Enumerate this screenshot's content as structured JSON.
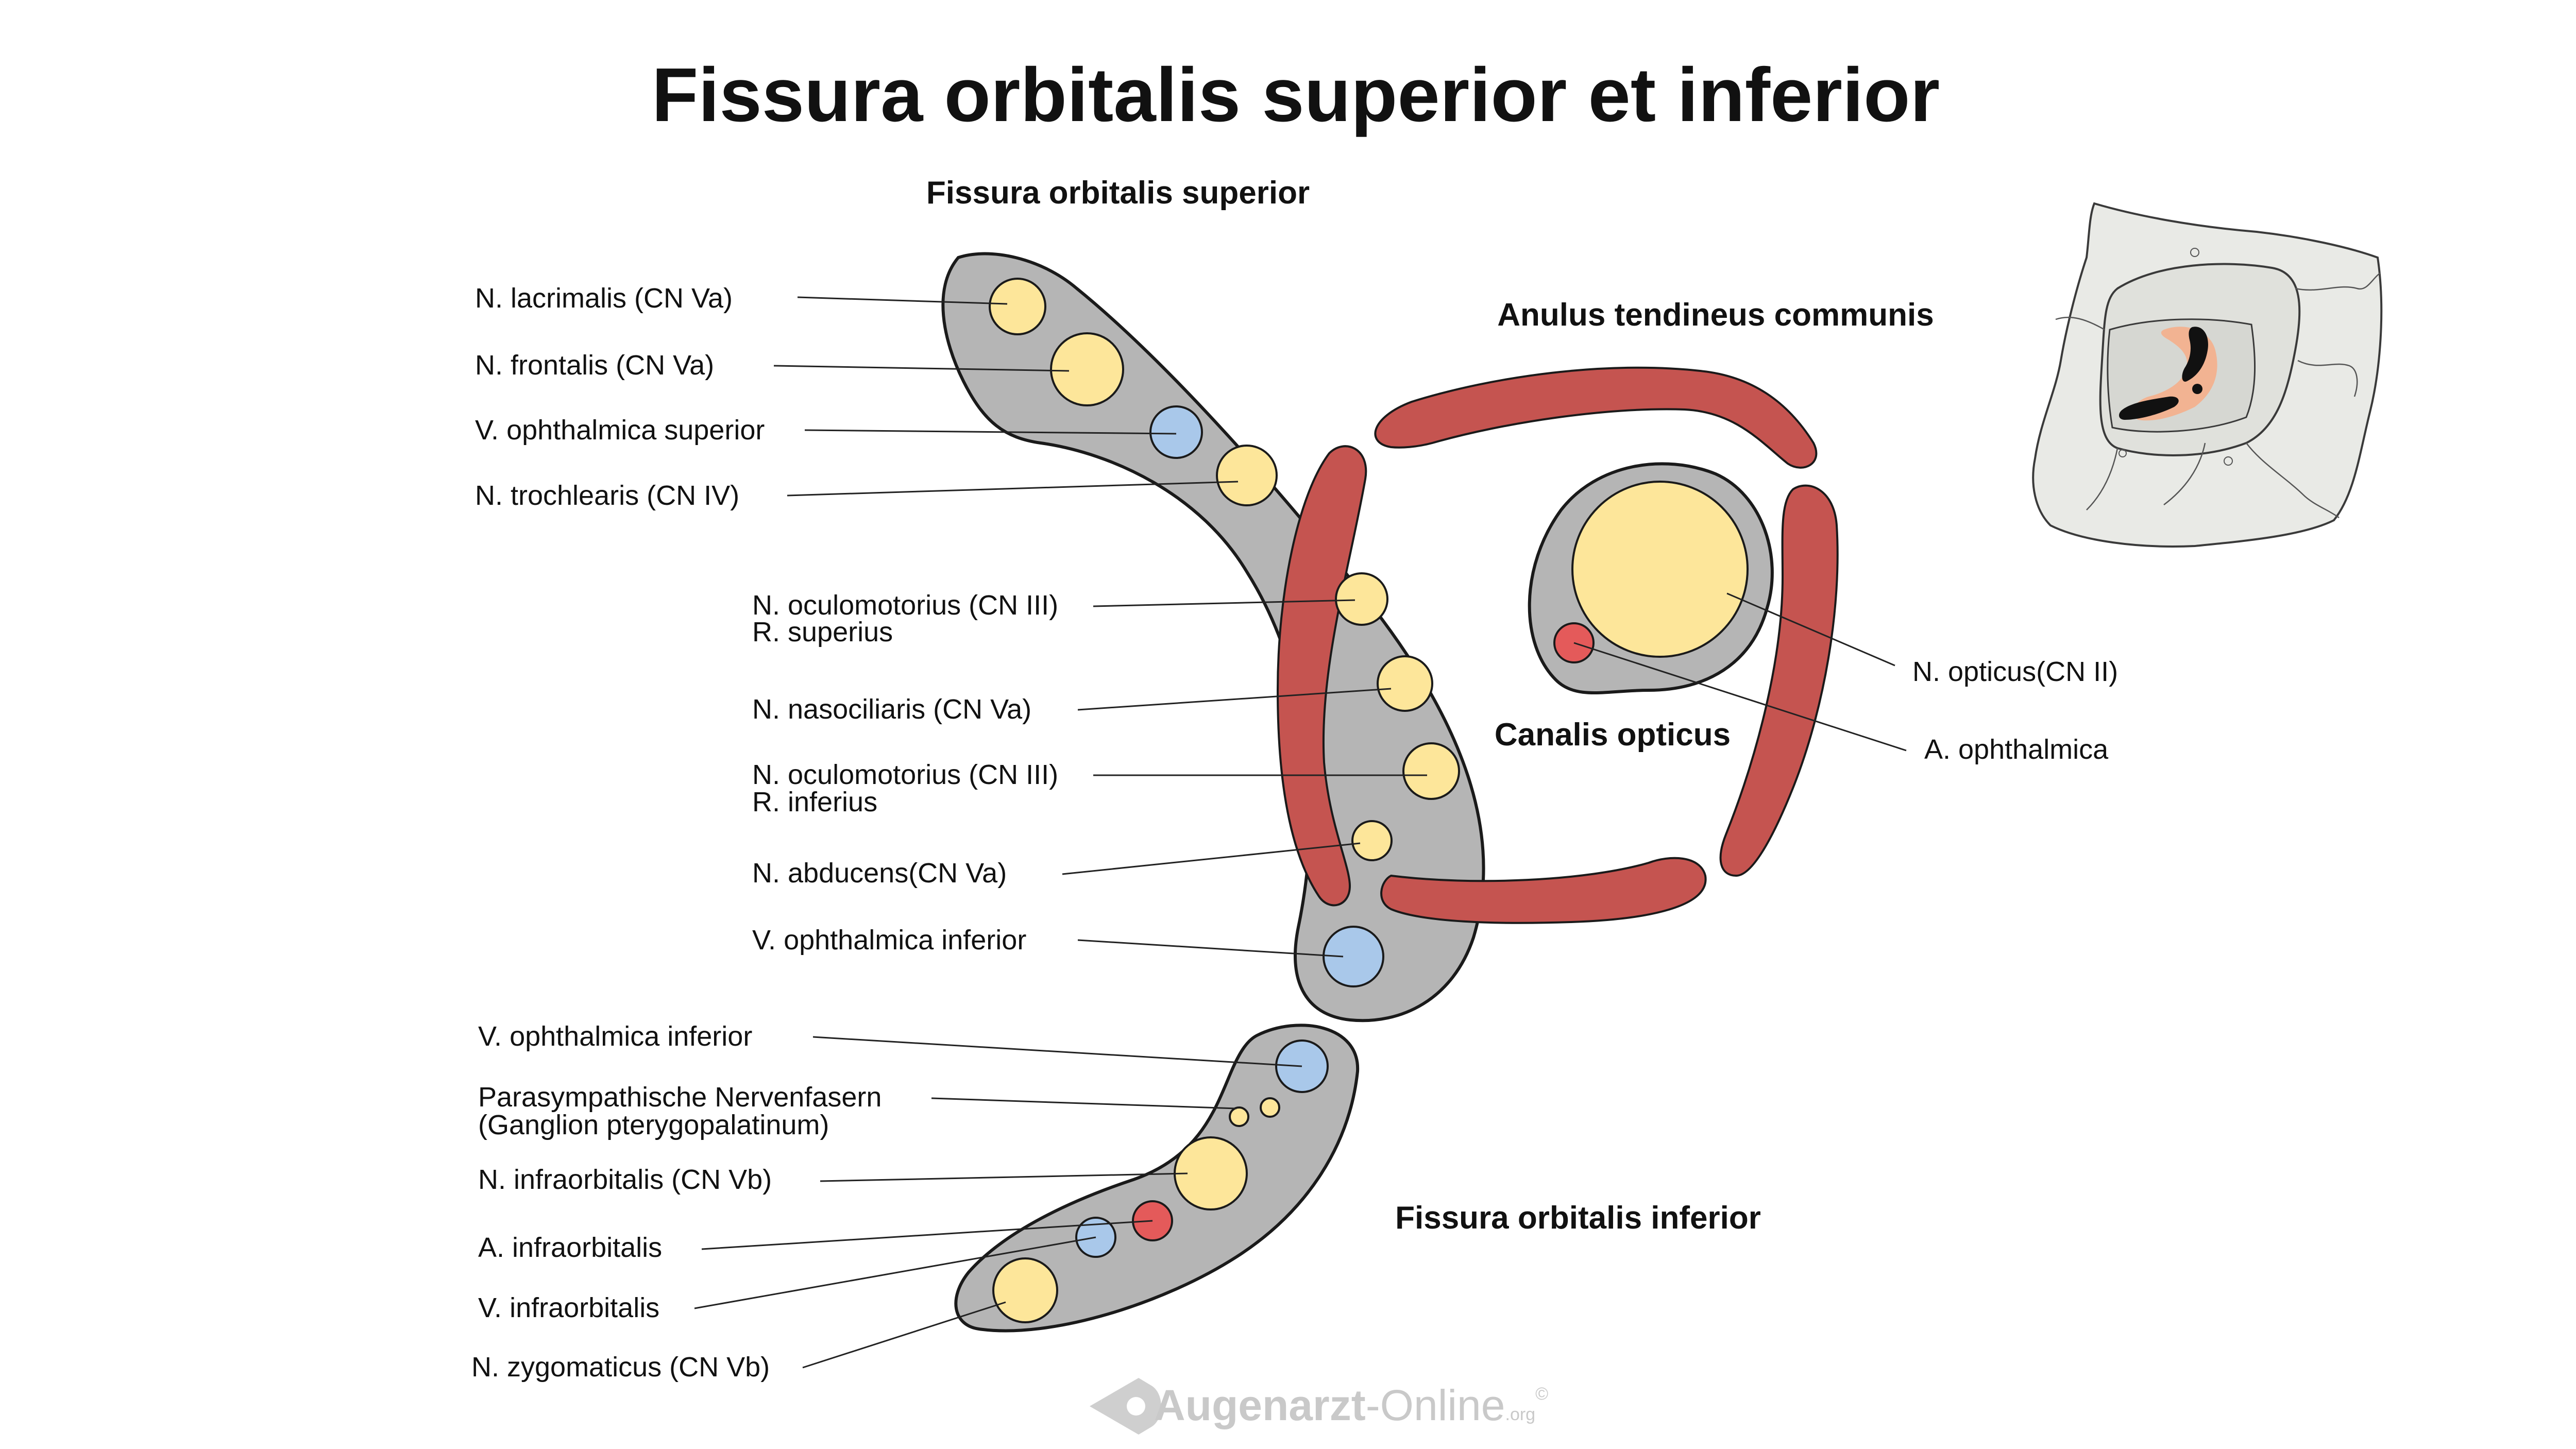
{
  "title": "Fissura orbitalis superior et inferior",
  "sections": {
    "superior": "Fissura orbitalis superior",
    "anulus": "Anulus tendineus communis",
    "canalis": "Canalis opticus",
    "inferior": "Fissura orbitalis inferior"
  },
  "labels": {
    "lacrimalis": "N. lacrimalis (CN Va)",
    "frontalis": "N. frontalis (CN Va)",
    "v_ophth_sup": "V. ophthalmica superior",
    "trochlearis": "N. trochlearis (CN IV)",
    "oculomotorius_sup_1": "N. oculomotorius (CN III)",
    "oculomotorius_sup_2": "R. superius",
    "nasociliaris": "N. nasociliaris (CN Va)",
    "oculomotorius_inf_1": "N. oculomotorius (CN III)",
    "oculomotorius_inf_2": "R. inferius",
    "abducens": "N. abducens(CN Va)",
    "v_ophth_inf_upper": "V. ophthalmica inferior",
    "v_ophth_inf_lower": "V. ophthalmica inferior",
    "parasymp_1": "Parasympathische Nervenfasern",
    "parasymp_2": "(Ganglion pterygopalatinum)",
    "infraorbitalis_n": "N. infraorbitalis (CN Vb)",
    "infraorbitalis_a": "A. infraorbitalis",
    "infraorbitalis_v": "V. infraorbitalis",
    "zygomaticus": "N. zygomaticus (CN Vb)",
    "opticus": "N. opticus(CN II)",
    "a_ophthalmica": "A. ophthalmica"
  },
  "brand": {
    "name_bold": "Augenarzt",
    "name_rest": "-Online",
    "suffix": ".org",
    "copyright": "©"
  },
  "colors": {
    "fissure_gray": "#b5b5b5",
    "nerve_yellow": "#fde69a",
    "vein_blue": "#a9c8ea",
    "artery_red": "#e45a5a",
    "tendon_red": "#c55450",
    "skull_bg": "#e9eae6",
    "highlight_orange": "#f2b392"
  }
}
